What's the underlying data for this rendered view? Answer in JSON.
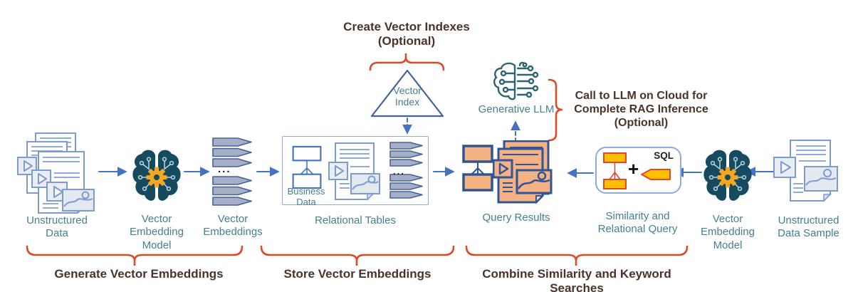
{
  "headings": {
    "create_vector_indexes": "Create Vector Indexes\n(Optional)",
    "llm_call": "Call to LLM on Cloud for\nComplete RAG Inference\n(Optional)"
  },
  "stages": {
    "generate": "Generate Vector Embeddings",
    "store": "Store Vector Embeddings",
    "combine": "Combine Similarity and Keyword Searches"
  },
  "nodes": {
    "unstructured_data": {
      "label": "Unstructured Data"
    },
    "vector_embedding_model": {
      "label": "Vector Embedding Model"
    },
    "vector_embeddings": {
      "label": "Vector Embeddings",
      "ellipsis": "..."
    },
    "relational_tables": {
      "label": "Relational Tables",
      "business_data": "Business Data",
      "ellipsis": "..."
    },
    "vector_index": {
      "label": "Vector Index"
    },
    "generative_llm": {
      "label": "Generative LLM"
    },
    "query_results": {
      "label": "Query Results"
    },
    "similarity_query": {
      "label": "Similarity and Relational Query",
      "sql_label": "SQL",
      "plus": "+"
    },
    "vector_embedding_model_right": {
      "label": "Vector Embedding Model"
    },
    "unstructured_data_sample": {
      "label": "Unstructured Data Sample"
    }
  },
  "colors": {
    "arrow_blue": "#4472C4",
    "brace_orange": "#D94B27",
    "heading_brown": "#4A3429",
    "label_teal": "#45808F",
    "vector_chevron_fill": "#A6AFC6",
    "vector_chevron_stroke": "#44619B",
    "result_fill": "#F4B183",
    "result_stroke": "#2F5597",
    "query_fill": "#FFC000",
    "query_stroke": "#E8432C",
    "brain_body": "#164A5F",
    "gear_orange": "#F5A623",
    "doc_stroke": "#7C9BD2"
  }
}
